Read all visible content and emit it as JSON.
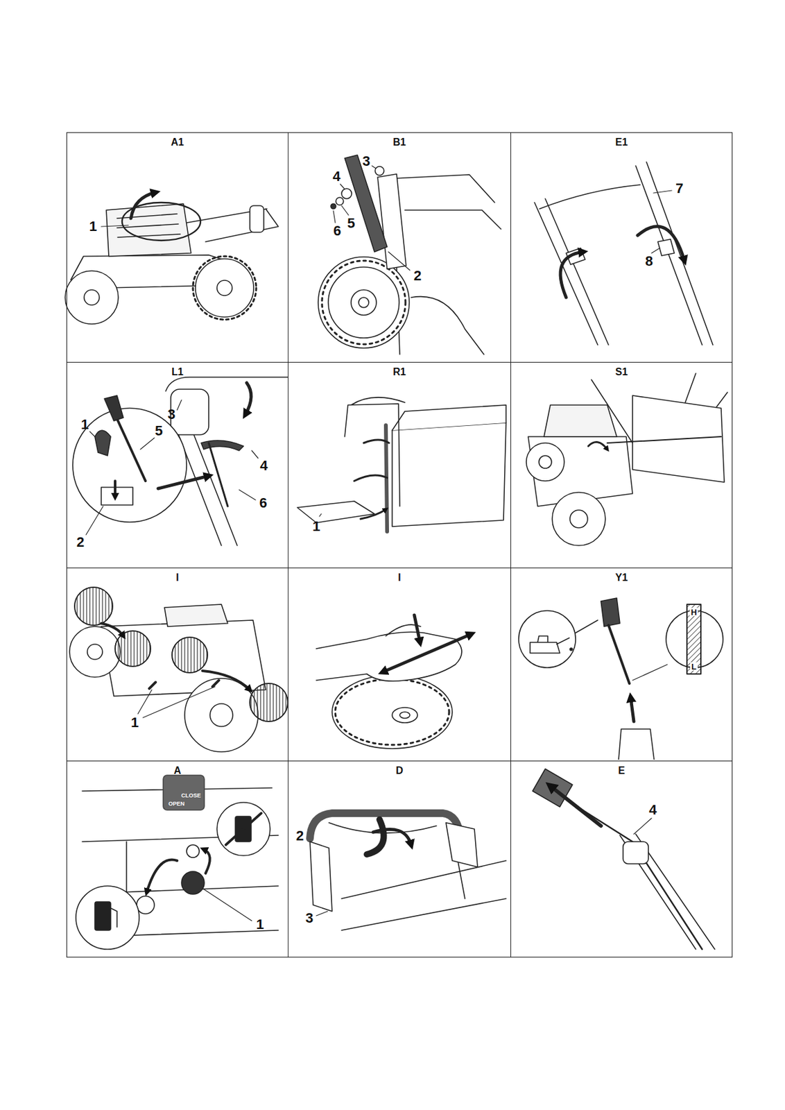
{
  "diagram": {
    "nodes": [
      {
        "text": [
          "A1"
        ]
      },
      {
        "text": [
          "B1"
        ]
      },
      {
        "text": [
          "E1"
        ]
      },
      {
        "text": [
          "L1"
        ]
      },
      {
        "text": [
          "R1"
        ]
      },
      {
        "text": [
          "S1"
        ]
      },
      {
        "text": [
          "I"
        ]
      },
      {
        "text": [
          "I"
        ]
      },
      {
        "text": [
          "Y1"
        ]
      },
      {
        "text": [
          "A"
        ]
      },
      {
        "text": [
          "D"
        ]
      },
      {
        "text": [
          "E"
        ]
      }
    ],
    "labels": [
      "1",
      "3",
      "4",
      "5",
      "6",
      "2",
      "7",
      "8",
      "1",
      "5",
      "3",
      "4",
      "2",
      "6",
      "1",
      "1",
      "H",
      "L",
      "CLOSE",
      "OPEN",
      "1",
      "2",
      "3",
      "4"
    ]
  }
}
